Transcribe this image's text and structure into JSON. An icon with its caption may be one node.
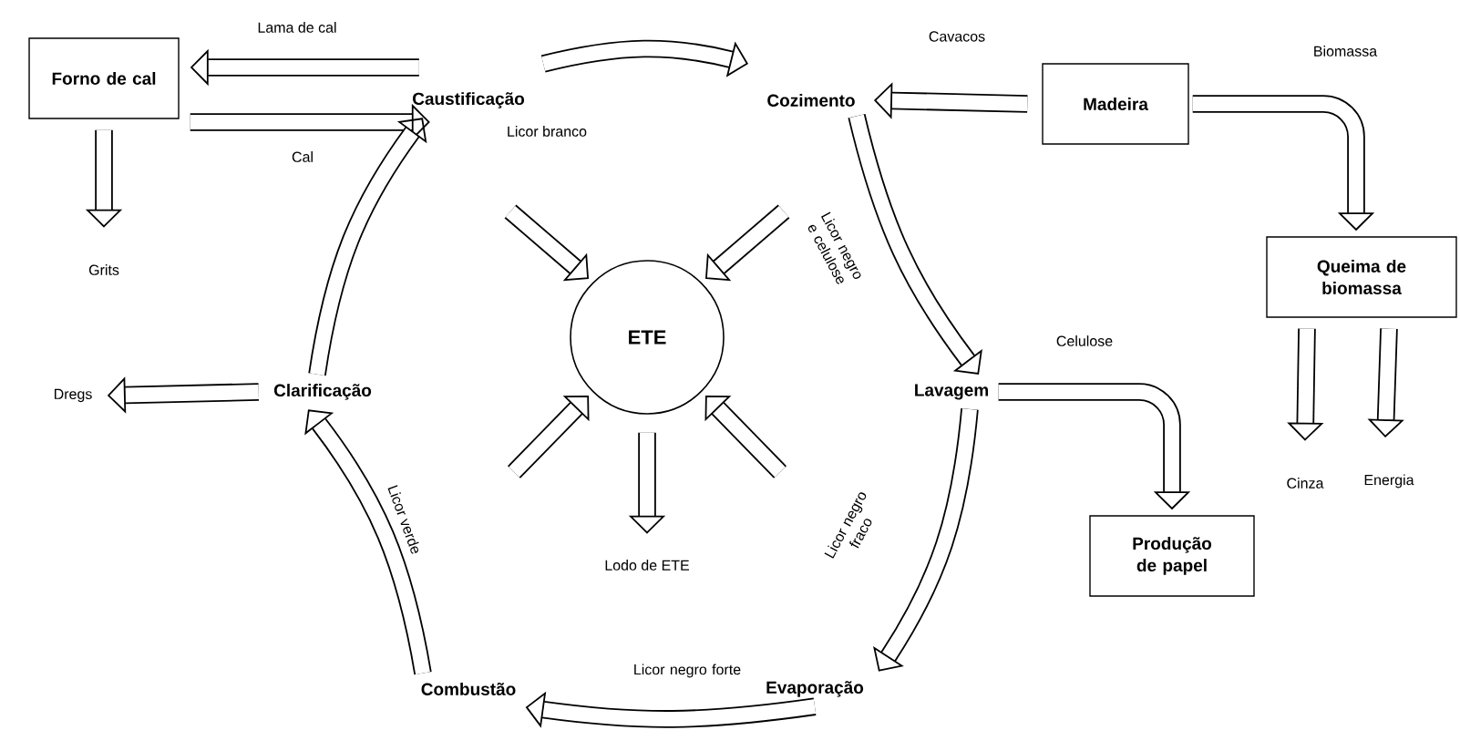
{
  "diagram": {
    "nodes": [
      {
        "text": [
          "Forno de cal"
        ]
      },
      {
        "text": [
          "Caustificação"
        ]
      },
      {
        "text": [
          "Cozimento"
        ]
      },
      {
        "text": [
          "Madeira"
        ]
      },
      {
        "text": [
          "Queima de biomassa"
        ]
      },
      {
        "text": [
          "ETE"
        ]
      },
      {
        "text": [
          "Clarificação"
        ]
      },
      {
        "text": [
          "Lavagem"
        ]
      },
      {
        "text": [
          "Produção de papel"
        ]
      },
      {
        "text": [
          "Evaporação"
        ]
      },
      {
        "text": [
          "Combustão"
        ]
      },
      {
        "text": [
          "Grits"
        ]
      },
      {
        "text": [
          "Dregs"
        ]
      },
      {
        "text": [
          "Cinza"
        ]
      },
      {
        "text": [
          "Energia"
        ]
      },
      {
        "text": [
          "Lodo de ETE"
        ]
      }
    ],
    "edges": [
      {
        "from": 1,
        "to": 0,
        "arrow": "to",
        "label": "Lama de cal"
      },
      {
        "from": 0,
        "to": 1,
        "arrow": "to",
        "label": "Cal"
      },
      {
        "from": 0,
        "to": 11,
        "arrow": "to"
      },
      {
        "from": 1,
        "to": 2,
        "arrow": "to",
        "label": "Licor branco"
      },
      {
        "from": 3,
        "to": 2,
        "arrow": "to",
        "label": "Cavacos"
      },
      {
        "from": 3,
        "to": 4,
        "arrow": "to",
        "label": "Biomassa"
      },
      {
        "from": 2,
        "to": 7,
        "arrow": "to",
        "label": "Licor negro e celulose"
      },
      {
        "from": 7,
        "to": 8,
        "arrow": "to",
        "label": "Celulose"
      },
      {
        "from": 7,
        "to": 9,
        "arrow": "to",
        "label": "Licor negro fraco"
      },
      {
        "from": 9,
        "to": 10,
        "arrow": "to",
        "label": "Licor negro forte"
      },
      {
        "from": 10,
        "to": 6,
        "arrow": "to",
        "label": "Licor verde"
      },
      {
        "from": 6,
        "to": 1,
        "arrow": "to"
      },
      {
        "from": 6,
        "to": 12,
        "arrow": "to"
      },
      {
        "from": 4,
        "to": 13,
        "arrow": "to"
      },
      {
        "from": 4,
        "to": 14,
        "arrow": "to"
      },
      {
        "from": 5,
        "to": 15,
        "arrow": "to"
      },
      {
        "from": null,
        "to": 5,
        "arrow": "to"
      },
      {
        "from": null,
        "to": 5,
        "arrow": "to"
      },
      {
        "from": null,
        "to": 5,
        "arrow": "to"
      },
      {
        "from": null,
        "to": 5,
        "arrow": "to"
      }
    ]
  }
}
